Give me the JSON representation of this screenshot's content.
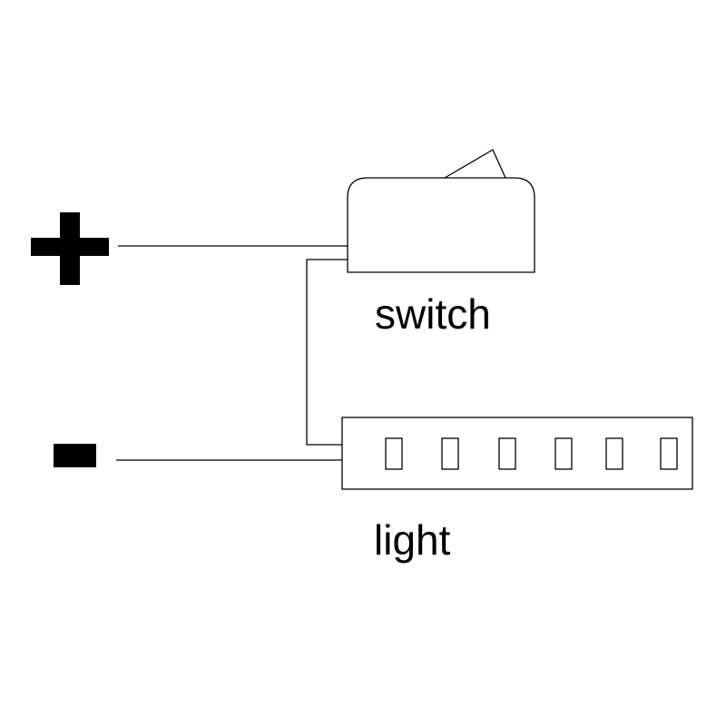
{
  "diagram": {
    "terminals": {
      "positive": "+",
      "negative": "-"
    },
    "components": {
      "switch": {
        "label": "switch"
      },
      "light": {
        "label": "light",
        "led_count": 6
      }
    }
  }
}
